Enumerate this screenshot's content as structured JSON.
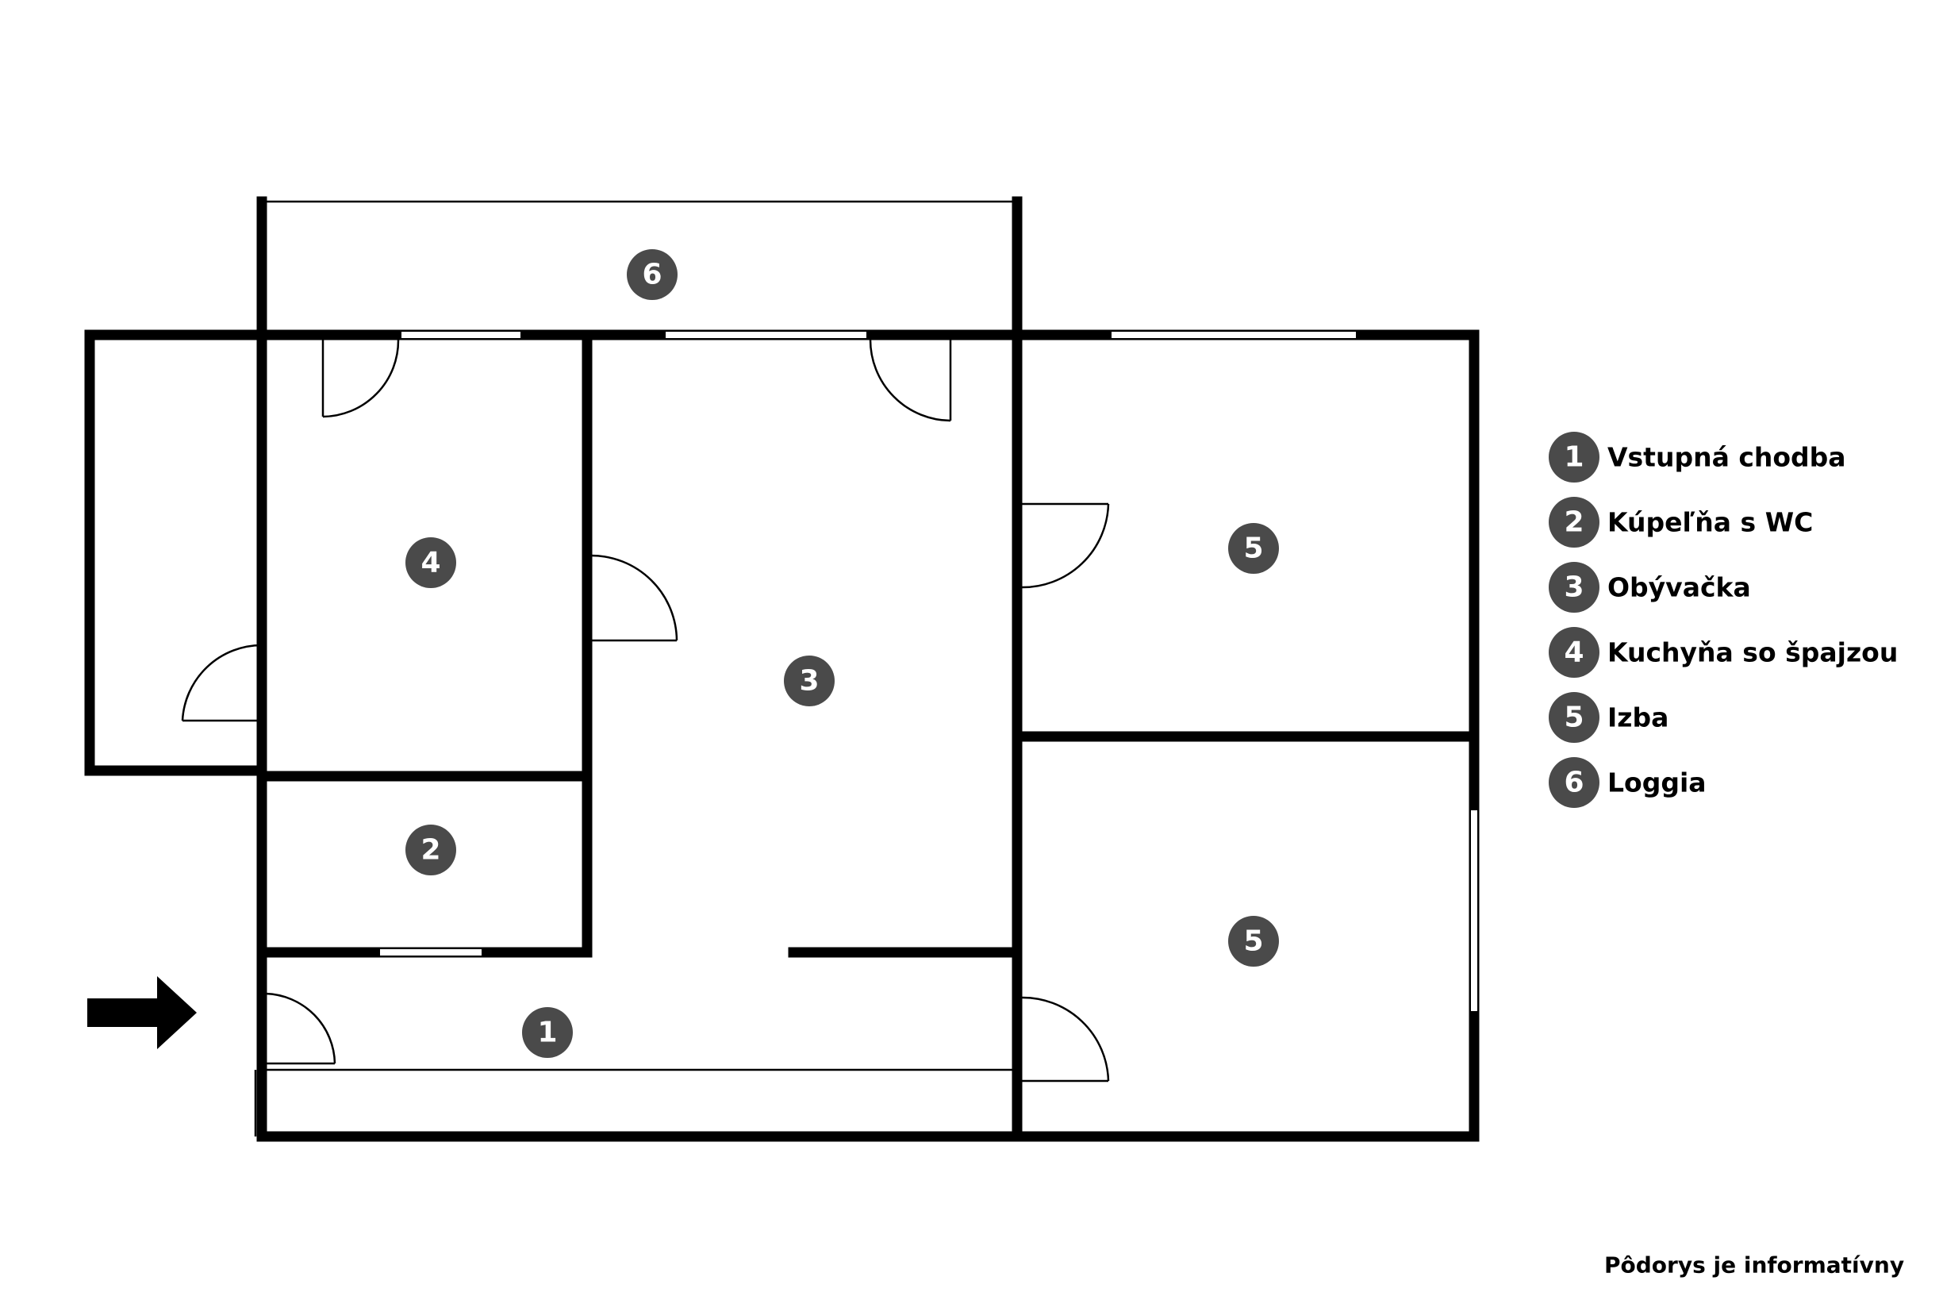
{
  "rooms": [
    {
      "id": "1",
      "label": "Vstupná chodba"
    },
    {
      "id": "2",
      "label": "Kúpeľňa s WC"
    },
    {
      "id": "3",
      "label": "Obývačka"
    },
    {
      "id": "4",
      "label": "Kuchyňa so špajzou"
    },
    {
      "id": "5",
      "label": "Izba"
    },
    {
      "id": "6",
      "label": "Loggia"
    }
  ],
  "markers": {
    "loggia": "6",
    "kitchen": "4",
    "bathroom": "2",
    "living": "3",
    "hall": "1",
    "room_top": "5",
    "room_bottom": "5"
  },
  "note": "Pôdorys je informatívny",
  "colors": {
    "wall": "#000000",
    "marker": "#4a4a4a",
    "marker_text": "#ffffff",
    "background": "#ffffff"
  },
  "icons": {
    "entrance": "arrow-right-icon"
  }
}
